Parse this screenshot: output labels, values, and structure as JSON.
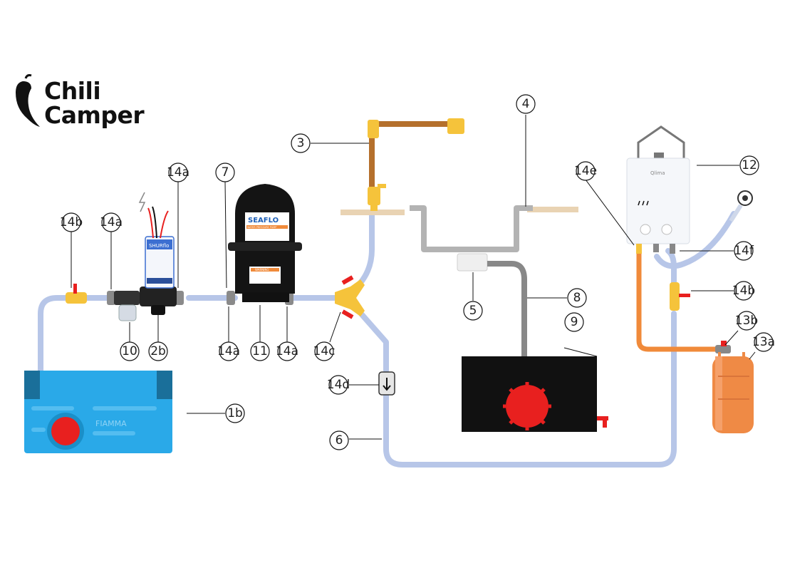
{
  "logo": {
    "line1": "Chili",
    "line2": "Camper"
  },
  "labels": {
    "l1b": "1b",
    "l2b": "2b",
    "l3": "3",
    "l4": "4",
    "l5": "5",
    "l6": "6",
    "l7": "7",
    "l8": "8",
    "l9": "9",
    "l10": "10",
    "l11": "11",
    "l12": "12",
    "l13a": "13a",
    "l13b": "13b",
    "l14a_left": "14a",
    "l14a_pump": "14a",
    "l14a_mid": "14a",
    "l14a_acc": "14a",
    "l14b_left": "14b",
    "l14b_right": "14b",
    "l14c": "14c",
    "l14d": "14d",
    "l14e": "14e",
    "l14f": "14f"
  },
  "brands": {
    "pump": "SHURflo",
    "accumulator": "SEAFLO",
    "accumulator_sub": "WATER PRESSURE PUMP",
    "accumulator_warning": "WARNING",
    "water_tank": "FIAMMA",
    "heater": "Qlima"
  },
  "colors": {
    "pipe_water": "#b7c6e8",
    "pipe_gas": "#f08a3a",
    "fitting_yellow": "#f5c33b",
    "valve_red": "#e8201f",
    "tank_blue": "#2aa9e8",
    "grey_pipe": "#9a9a9a",
    "waste_tank": "#111111",
    "copper": "#b5702c",
    "gas_bottle": "#ef8a45"
  }
}
